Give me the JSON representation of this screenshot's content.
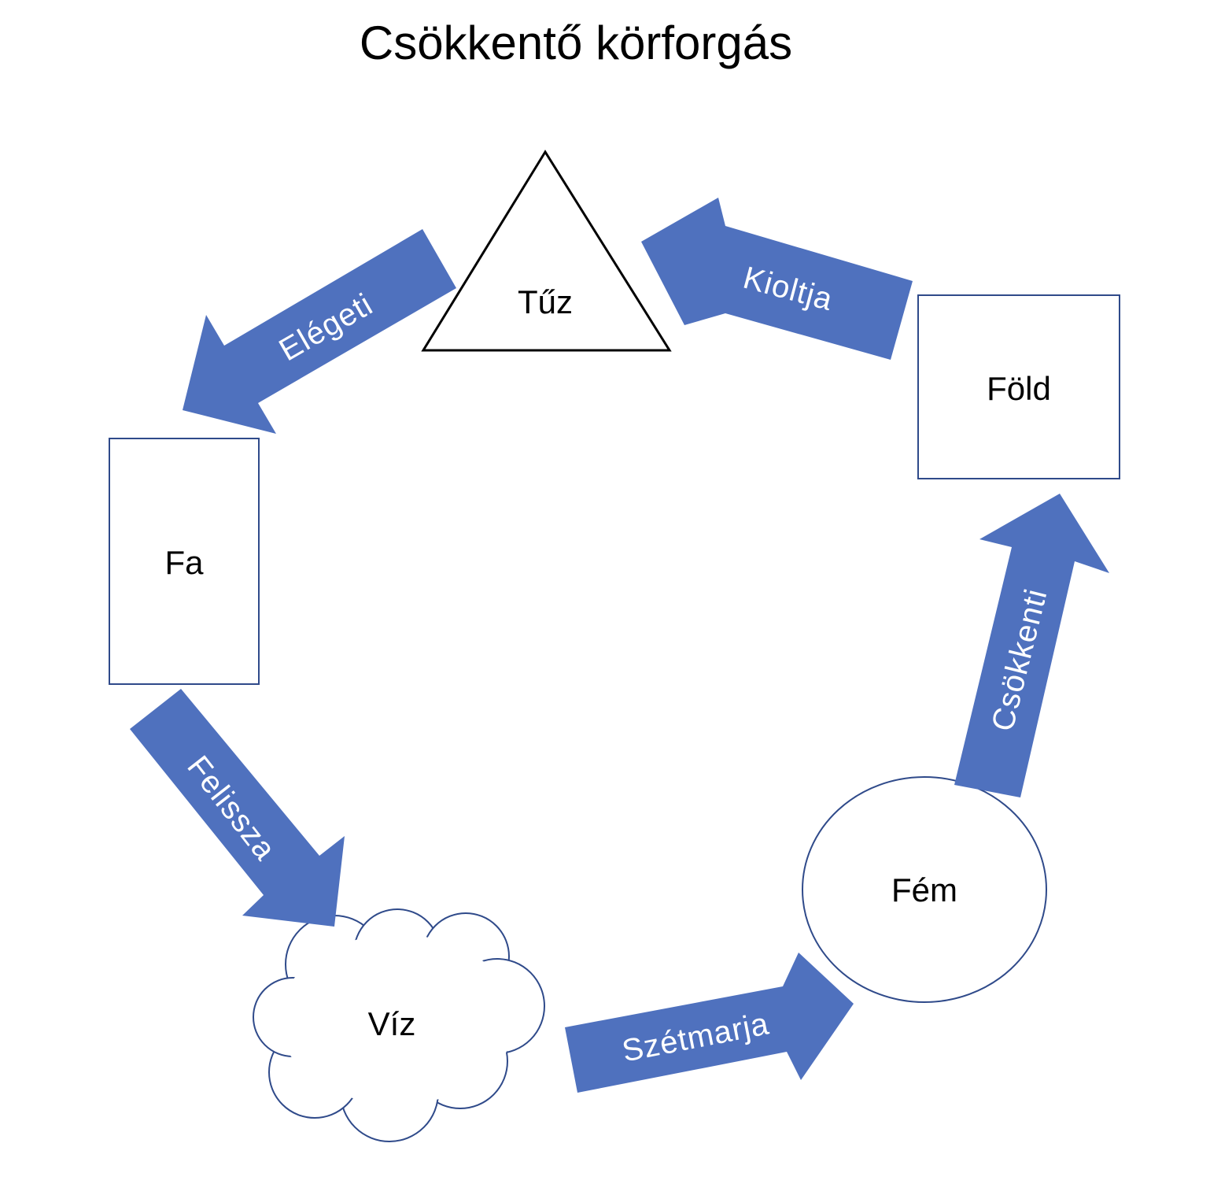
{
  "title": "Csökkentő körforgás",
  "nodes": {
    "fire": "Tűz",
    "earth": "Föld",
    "wood": "Fa",
    "water": "Víz",
    "metal": "Fém"
  },
  "arrows": {
    "fire_to_wood": "Elégeti",
    "earth_to_fire": "Kioltja",
    "wood_to_water": "Felissza",
    "water_to_metal": "Szétmarja",
    "metal_to_earth": "Csökkenti"
  },
  "colors": {
    "arrow_fill": "#4F71BE",
    "shape_stroke": "#2F4A8A",
    "triangle_stroke": "#000000"
  }
}
